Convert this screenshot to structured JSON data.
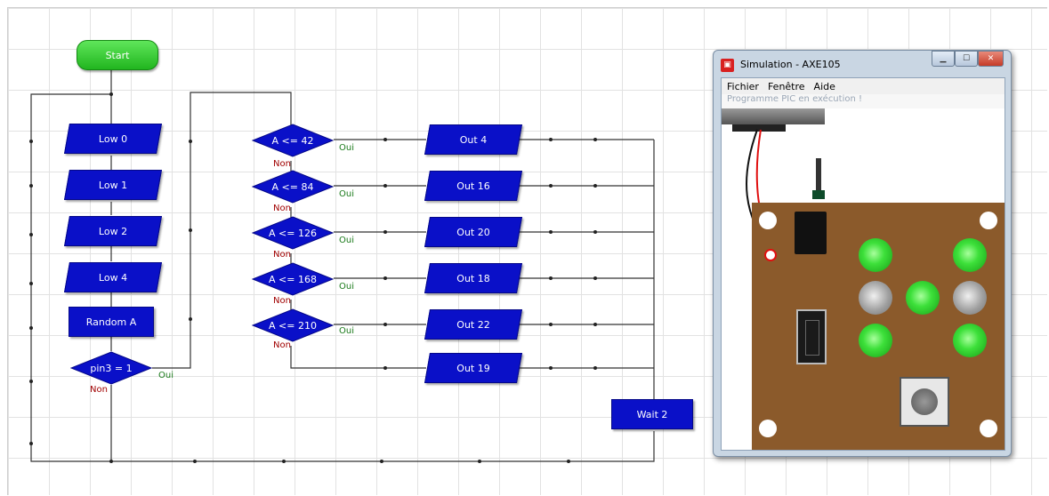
{
  "flowchart": {
    "start": "Start",
    "left_column": [
      "Low 0",
      "Low 1",
      "Low 2",
      "Low 4"
    ],
    "random": "Random A",
    "pin_decision": "pin3 = 1",
    "decisions": [
      "A <= 42",
      "A <= 84",
      "A <= 126",
      "A <= 168",
      "A <= 210"
    ],
    "outputs": [
      "Out 4",
      "Out 16",
      "Out 20",
      "Out 18",
      "Out 22",
      "Out 19"
    ],
    "wait": "Wait 2",
    "yes_label": "Oui",
    "no_label": "Non"
  },
  "simulation": {
    "title": "Simulation - AXE105",
    "menu": [
      "Fichier",
      "Fenêtre",
      "Aide"
    ],
    "status": "Programme PIC en exécution !",
    "leds": {
      "top_left": "on",
      "top_right": "on",
      "mid_left": "off",
      "center": "on",
      "mid_right": "off",
      "bottom_left": "on",
      "bottom_right": "on"
    }
  },
  "colors": {
    "node_blue": "#0a10c8",
    "start_green": "#32c02e",
    "board_brown": "#8b5a2b",
    "led_on": "#3de03a"
  }
}
